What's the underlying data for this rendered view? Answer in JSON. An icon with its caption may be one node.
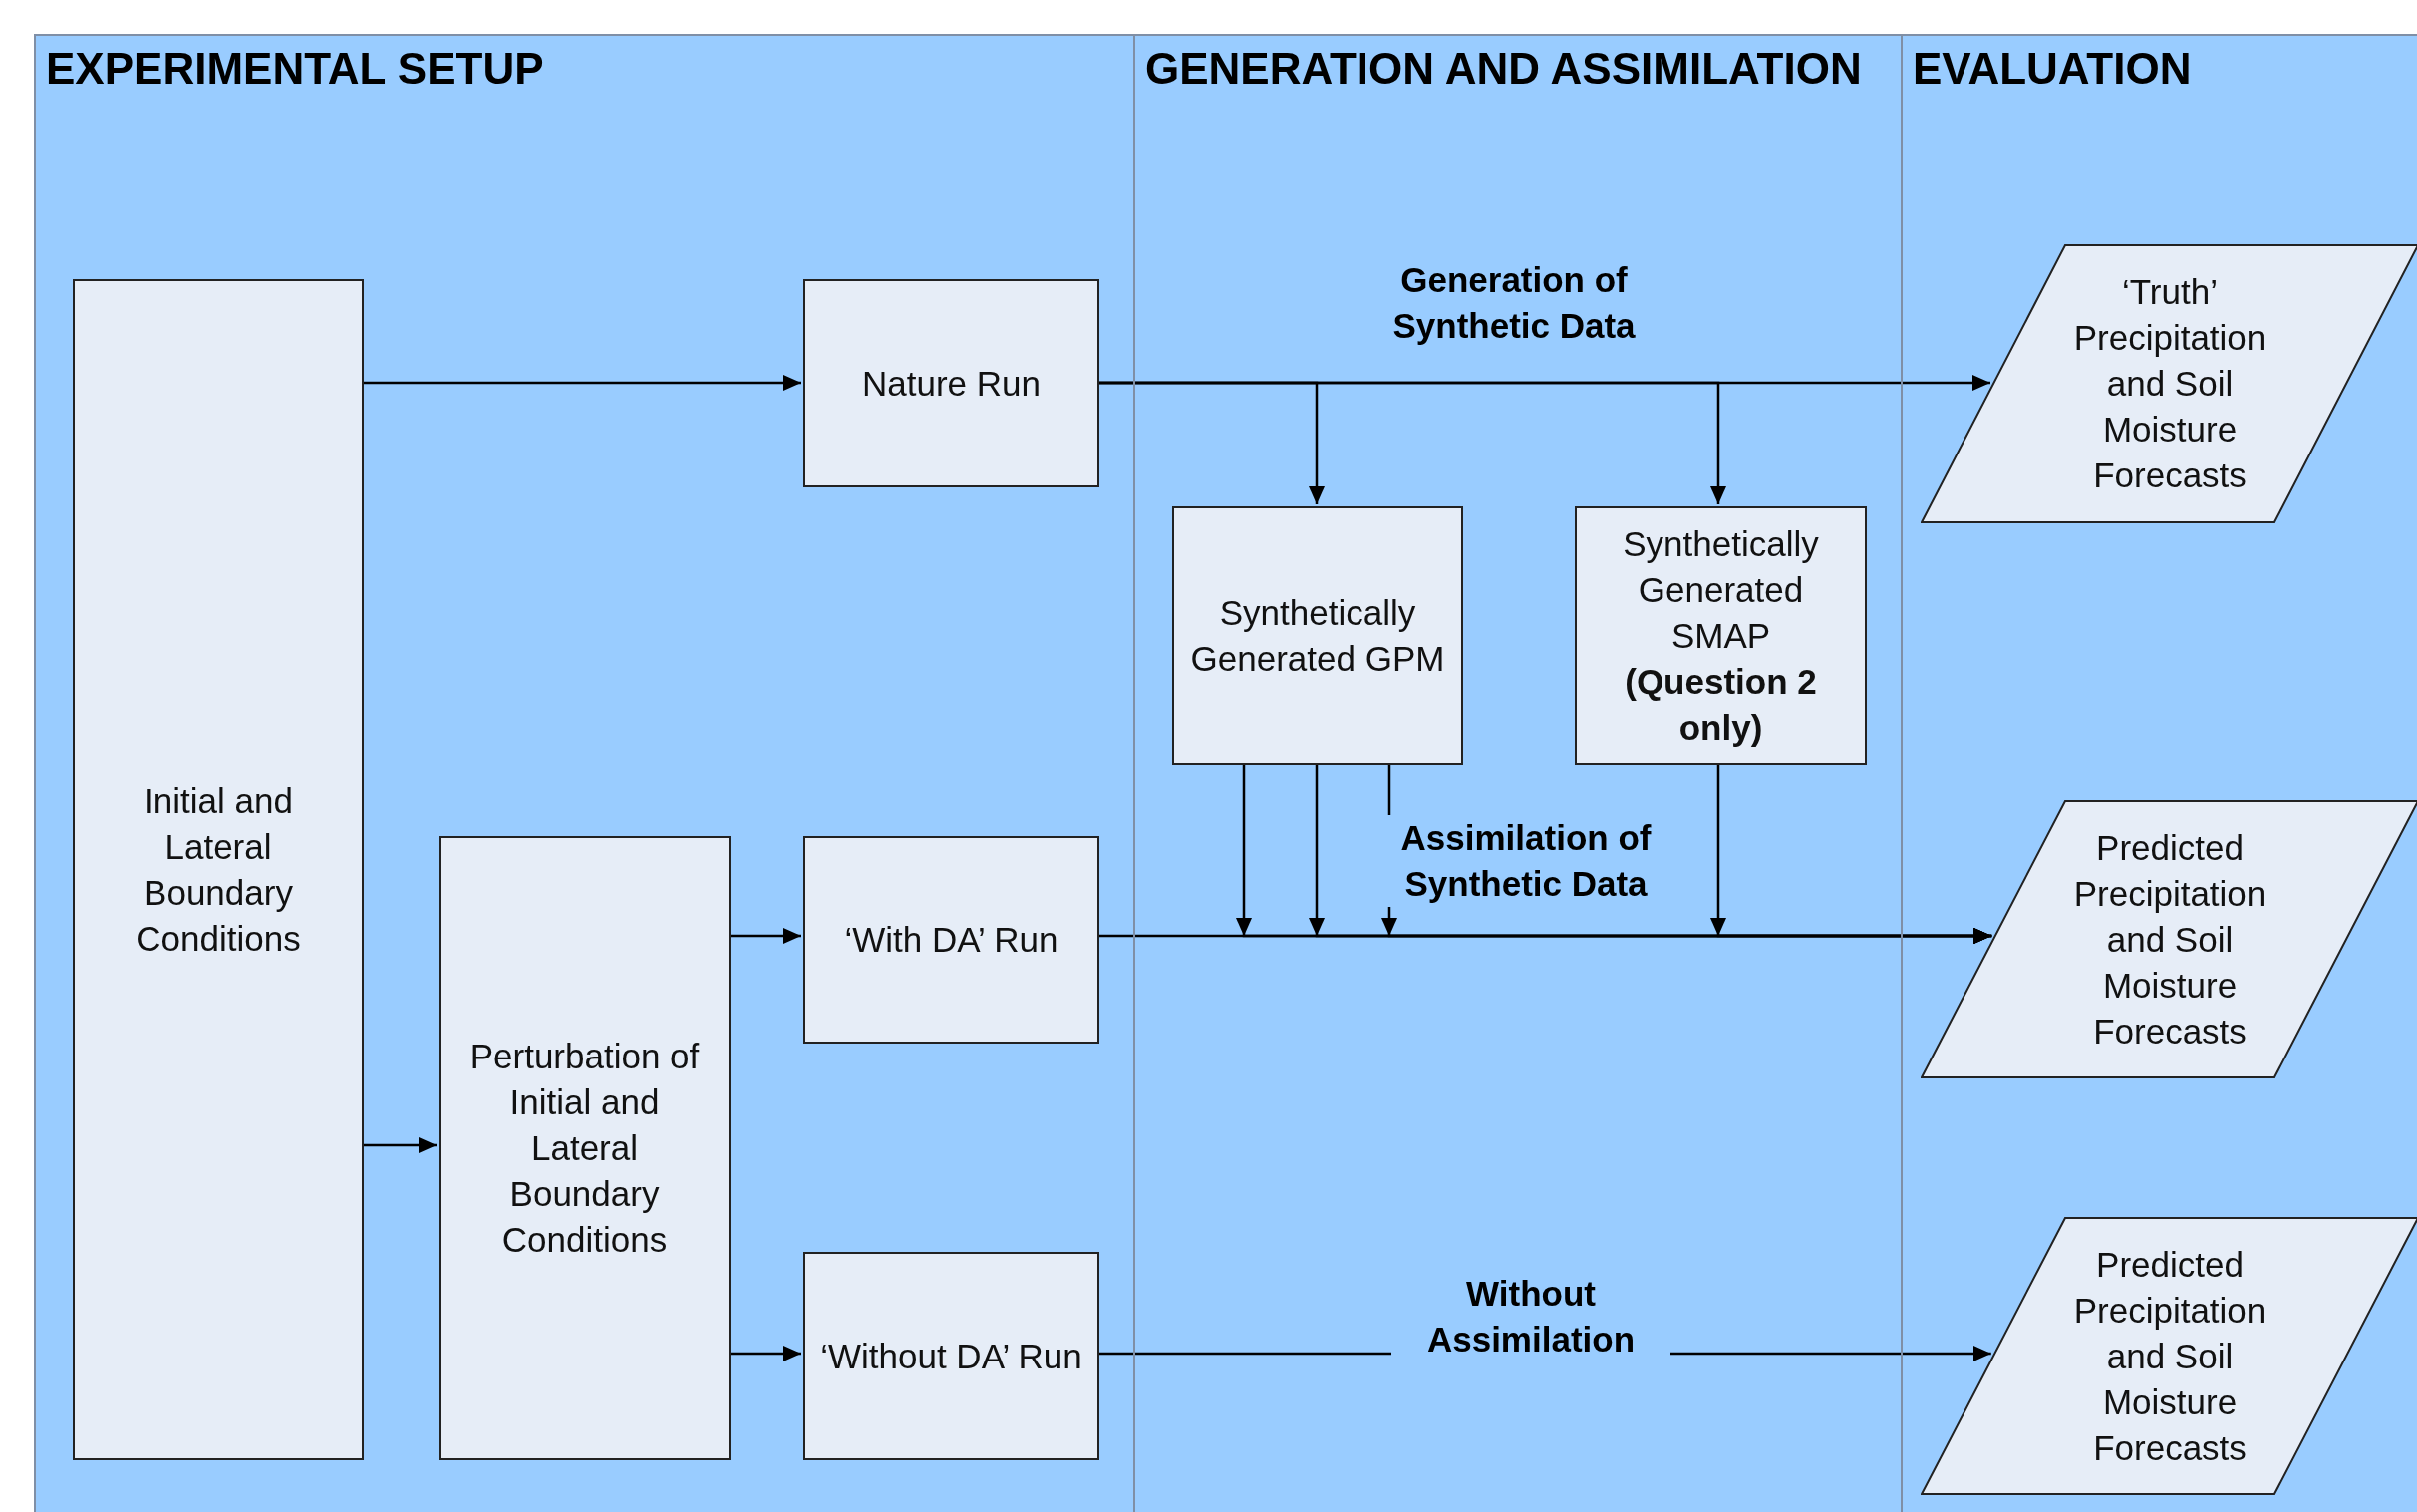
{
  "diagram": {
    "nodes": [
      {
        "text": [
          "EXPERIMENTAL SETUP"
        ]
      },
      {
        "text": [
          "GENERATION AND ASSIMILATION"
        ]
      },
      {
        "text": [
          "EVALUATION"
        ]
      },
      {
        "text": [
          "Initial and Lateral Boundary Conditions"
        ],
        "in": 0
      },
      {
        "text": [
          "Nature Run"
        ],
        "in": 0
      },
      {
        "text": [
          "Perturbation of Initial and Lateral Boundary Conditions"
        ],
        "in": 0
      },
      {
        "text": [
          "‘With DA’ Run"
        ],
        "in": 0
      },
      {
        "text": [
          "‘Without DA’ Run"
        ],
        "in": 0
      },
      {
        "text": [
          "Synthetically Generated GPM"
        ],
        "in": 1
      },
      {
        "text": [
          "Synthetically Generated SMAP **(Question 2 only)**"
        ],
        "in": 1
      },
      {
        "text": [
          "‘Truth’ Precipitation and Soil Moisture Forecasts"
        ],
        "in": 2
      },
      {
        "text": [
          "Predicted Precipitation and Soil Moisture Forecasts"
        ],
        "in": 2
      },
      {
        "text": [
          "Predicted Precipitation and Soil Moisture Forecasts"
        ],
        "in": 2
      }
    ],
    "edges": [
      {
        "from": 3,
        "to": 4,
        "arrow": "to"
      },
      {
        "from": 3,
        "to": 5,
        "arrow": "to"
      },
      {
        "from": 5,
        "to": 6,
        "arrow": "to"
      },
      {
        "from": 5,
        "to": 7,
        "arrow": "to"
      },
      {
        "from": 4,
        "to": 10,
        "arrow": "to",
        "label": "Generation of Synthetic Data"
      },
      {
        "from": 4,
        "to": 8,
        "arrow": "to"
      },
      {
        "from": 4,
        "to": 9,
        "arrow": "to"
      },
      {
        "from": 6,
        "to": 11,
        "arrow": "to",
        "label": "Assimilation of Synthetic Data"
      },
      {
        "from": 8,
        "to": 11,
        "arrow": "to"
      },
      {
        "from": 8,
        "to": 11,
        "arrow": "to"
      },
      {
        "from": 8,
        "to": 11,
        "arrow": "to"
      },
      {
        "from": 9,
        "to": 11,
        "arrow": "to"
      },
      {
        "from": 7,
        "to": 12,
        "arrow": "to",
        "label": "Without Assimilation"
      }
    ]
  }
}
